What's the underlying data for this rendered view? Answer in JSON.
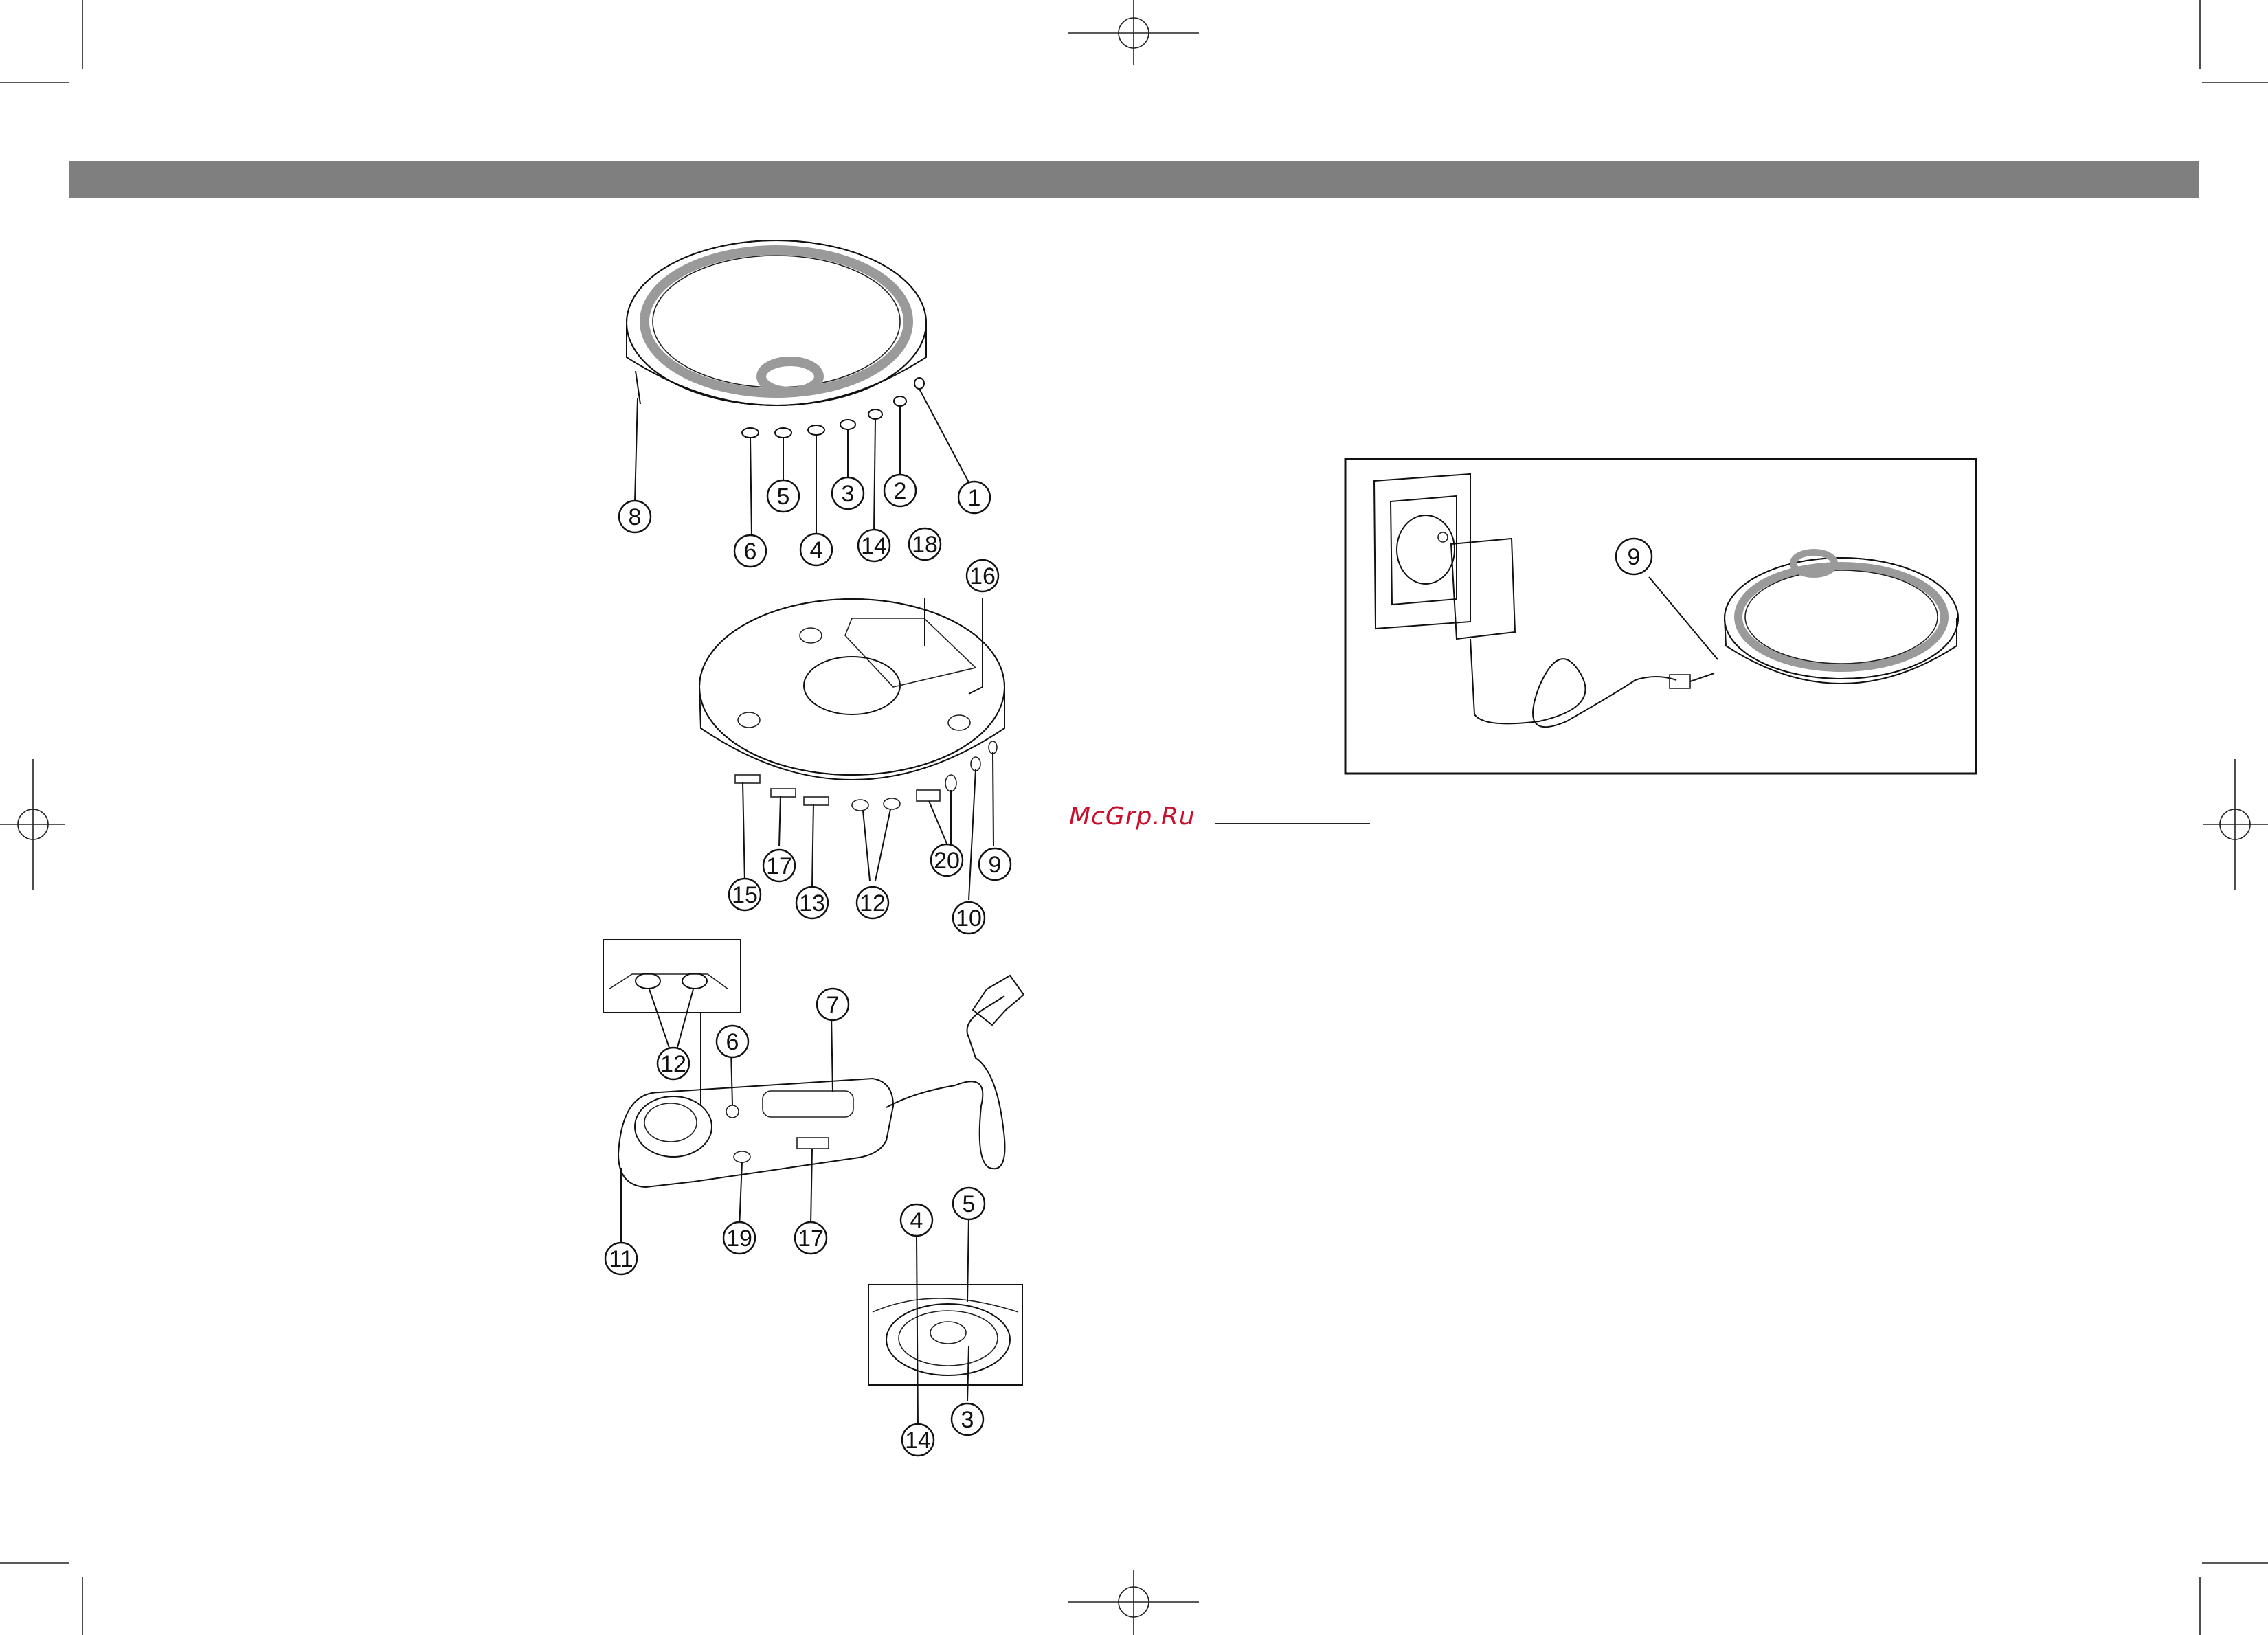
{
  "watermark": "McGrp.Ru",
  "colors": {
    "header_bar": "#7f7f7f",
    "watermark": "#c8102e",
    "line": "#111111",
    "accent_ring": "#9a9a9a"
  },
  "figures": {
    "top_view": {
      "callouts": [
        "8",
        "6",
        "5",
        "4",
        "3",
        "14",
        "2",
        "1"
      ]
    },
    "bottom_view": {
      "callouts": [
        "18",
        "16",
        "15",
        "17",
        "13",
        "12",
        "20",
        "9",
        "10"
      ]
    },
    "remote_control": {
      "callouts": [
        "12",
        "6",
        "7",
        "11",
        "19",
        "17"
      ]
    },
    "remote_detail": {
      "callouts": [
        "4",
        "5",
        "14",
        "3"
      ]
    },
    "power_connection": {
      "callouts": [
        "9"
      ]
    }
  }
}
